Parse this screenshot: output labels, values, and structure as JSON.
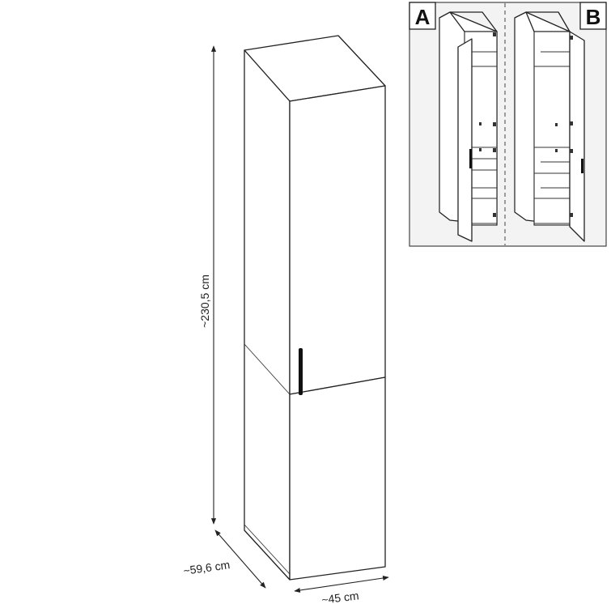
{
  "dimensions": {
    "height": "~230,5 cm",
    "depth": "~59,6 cm",
    "width": "~45 cm"
  },
  "inset": {
    "variant_a": "A",
    "variant_b": "B"
  },
  "colors": {
    "line": "#222222",
    "inset_background": "#f3f3f3",
    "handle": "#111111"
  },
  "icons": [
    "arrow-head-icon",
    "hinge-icon"
  ]
}
